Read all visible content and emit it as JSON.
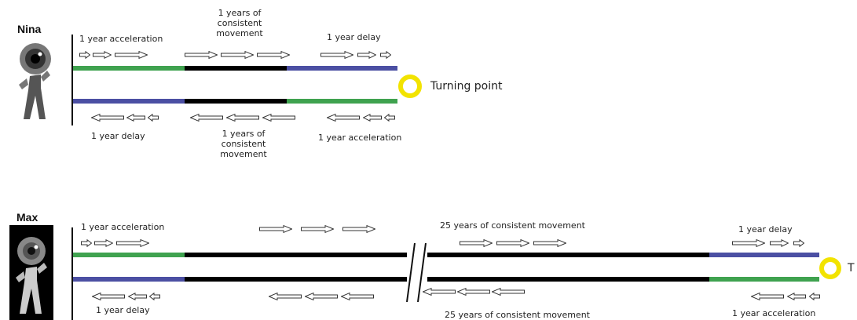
{
  "nina": {
    "name": "Nina",
    "outbound": {
      "accel_label": "1 year acceleration",
      "cruise_label": "1 years of\nconsistent\nmovement",
      "delay_label": "1 year delay"
    },
    "return": {
      "delay_label": "1 year delay",
      "cruise_label": "1 years of\nconsistent\nmovement",
      "accel_label": "1 year acceleration"
    },
    "turning_point": "Turning point"
  },
  "max": {
    "name": "Max",
    "outbound": {
      "accel_label": "1 year acceleration",
      "cruise_label": "25 years of consistent movement",
      "delay_label": "1 year delay"
    },
    "return": {
      "delay_label": "1 year delay",
      "cruise_label": "25 years of consistent movement",
      "accel_label": "1 year acceleration"
    },
    "turning_point": "T"
  },
  "colors": {
    "accel": "#3fa24f",
    "cruise": "#000000",
    "delay": "#4b4fa3",
    "turning_point": "#f2e300"
  }
}
